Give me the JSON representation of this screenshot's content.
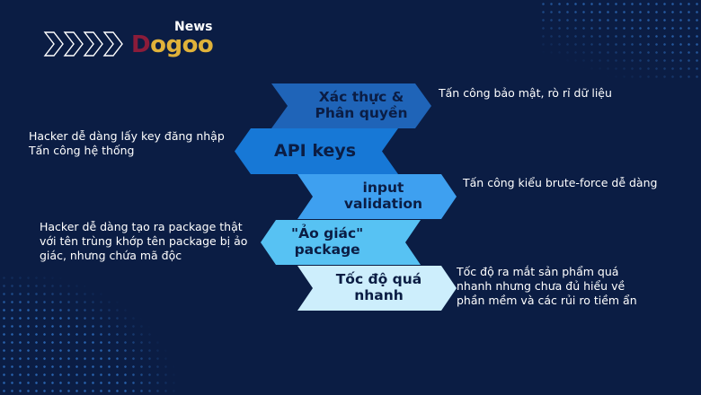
{
  "logo": {
    "news_label": "News",
    "brand_first": "D",
    "brand_rest": "ogoo",
    "chevron_count": 4,
    "colors": {
      "news": "#ffffff",
      "d": "#8b1c3a",
      "goo": "#e0b23a",
      "chevrons": "#ffffff"
    }
  },
  "diagram": {
    "title": "",
    "steps": [
      {
        "label_line1": "Xác thực &",
        "label_line2": "Phân quyền",
        "fill": "#1f64b8",
        "direction": "right",
        "description": "Tấn công bảo mật, rò rỉ dữ liệu",
        "description_side": "right"
      },
      {
        "label_line1": "API keys",
        "label_line2": "",
        "fill": "#1778d6",
        "direction": "left",
        "description_line1": "Hacker dễ dàng lấy key đăng nhập",
        "description_line2": "Tấn công hệ thống",
        "description_side": "left"
      },
      {
        "label_line1": "input",
        "label_line2": "validation",
        "fill": "#3ea0f0",
        "direction": "right",
        "description": "Tấn công kiểu brute-force dễ dàng",
        "description_side": "right"
      },
      {
        "label_line1": "\"Ảo giác\"",
        "label_line2": "package",
        "fill": "#57c2f3",
        "direction": "left",
        "description_line1": "Hacker dễ dàng tạo ra package thật",
        "description_line2": "với tên trùng khớp tên package bị ảo",
        "description_line3": "giác, nhưng chứa mã độc",
        "description_side": "left"
      },
      {
        "label_line1": "Tốc độ quá",
        "label_line2": "nhanh",
        "fill": "#cdeefc",
        "direction": "right",
        "description_line1": "Tốc độ ra mắt sản phẩm quá",
        "description_line2": "nhanh nhưng chưa đủ hiểu về",
        "description_line3": "phần mềm và các rủi ro tiềm ẩn",
        "description_side": "right"
      }
    ]
  },
  "colors": {
    "background": "#0b1d44",
    "text_dark": "#0b1d44",
    "text_light": "#ffffff",
    "dots": "#2f6fc0"
  }
}
